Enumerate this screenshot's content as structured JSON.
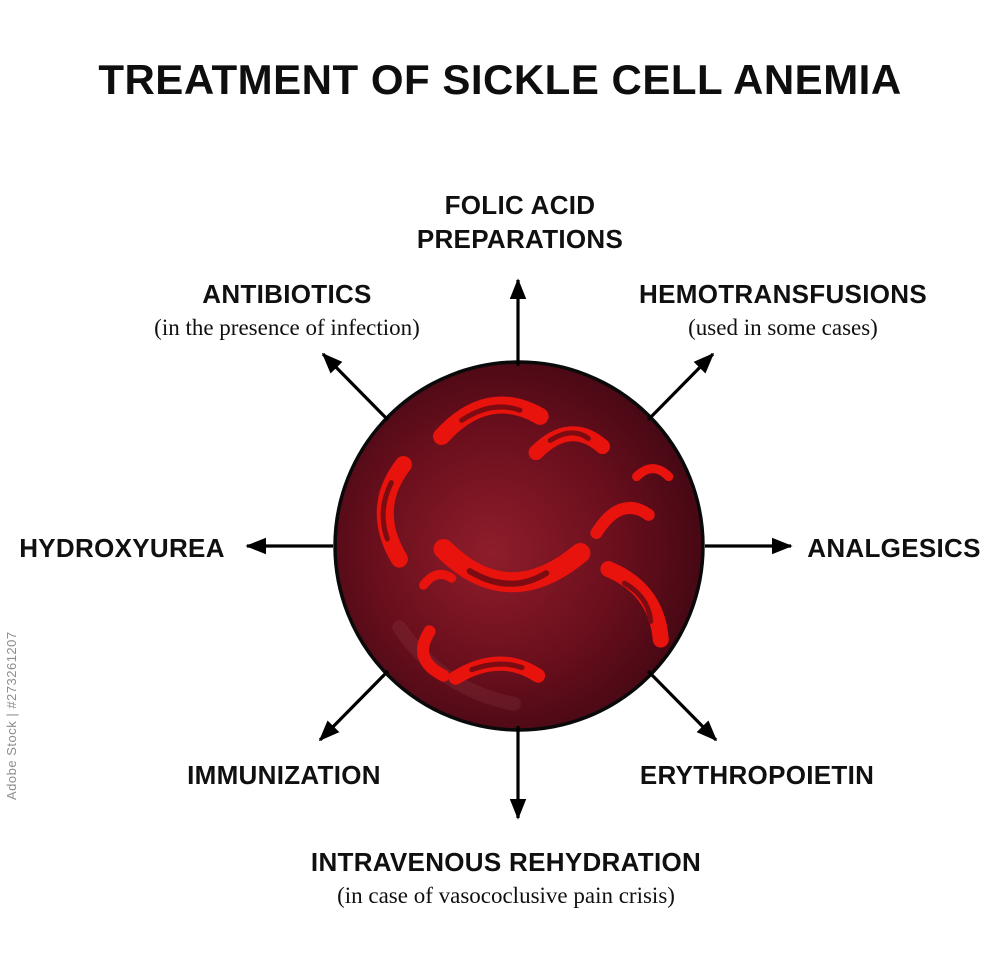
{
  "title": "TREATMENT OF SICKLE CELL ANEMIA",
  "watermark": "Adobe Stock | #273261207",
  "treatments": {
    "folic_acid": {
      "label": "FOLIC ACID\nPREPARATIONS"
    },
    "antibiotics": {
      "label": "ANTIBIOTICS",
      "note": "(in the presence of infection)"
    },
    "hemotransfusions": {
      "label": "HEMOTRANSFUSIONS",
      "note": "(used in some cases)"
    },
    "hydroxyurea": {
      "label": "HYDROXYUREA"
    },
    "analgesics": {
      "label": "ANALGESICS"
    },
    "immunization": {
      "label": "IMMUNIZATION"
    },
    "erythropoietin": {
      "label": "ERYTHROPOIETIN"
    },
    "intravenous_rehydration": {
      "label": "INTRAVENOUS REHYDRATION",
      "note": "(in case of vasococlusive pain crisis)"
    }
  },
  "illustration": {
    "name": "sickle-red-blood-cells-in-dark-circle"
  },
  "colors": {
    "arrow": "#000000",
    "text": "#101010",
    "watermark": "#8d8d8d",
    "cell": "#e8130c",
    "cell_inner": "#7c0c11",
    "circle_center": "#8f1d2b",
    "circle_mid": "#6b0f1d",
    "circle_dark": "#420713",
    "circle_edge": "#250207",
    "circle_outline": "#0a0a0a"
  }
}
